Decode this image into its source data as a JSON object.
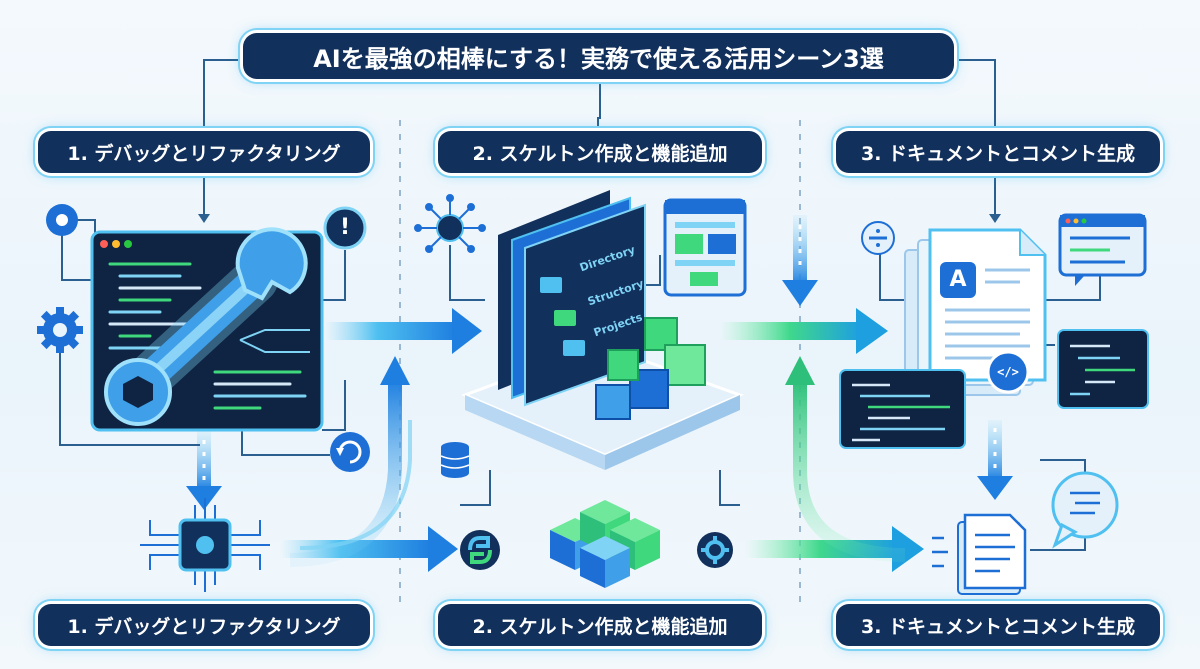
{
  "title": "AIを最強の相棒にする！実務で使える活用シーン3選",
  "scenes": [
    {
      "label": "1. デバッグとリファクタリング"
    },
    {
      "label": "2. スケルトン作成と機能追加"
    },
    {
      "label": "3. ドキュメントとコメント生成"
    }
  ],
  "bottom_labels": [
    {
      "label": "1. デバッグとリファクタリング"
    },
    {
      "label": "2. スケルトン作成と機能追加"
    },
    {
      "label": "3. ドキュメントとコメント生成"
    }
  ],
  "folders": [
    {
      "label": "Directory"
    },
    {
      "label": "Structory"
    },
    {
      "label": "Projects"
    }
  ],
  "doc_letter": "A",
  "info_glyph": "!",
  "code_glyph": "</>",
  "colors": {
    "navy": "#12305c",
    "cyan": "#34b6ec",
    "blue": "#1d6fd6",
    "green": "#3fd87c",
    "screen": "#0e2442"
  }
}
